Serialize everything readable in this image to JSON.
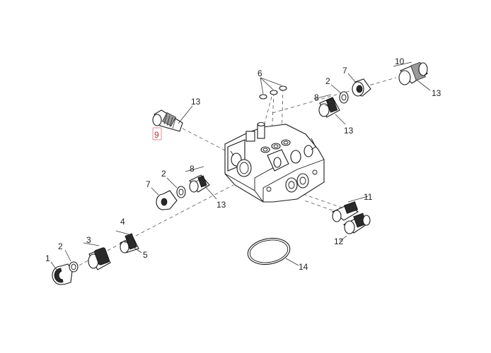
{
  "callouts": {
    "c1": "1",
    "c2a": "2",
    "c2b": "2",
    "c2c": "2",
    "c3": "3",
    "c4": "4",
    "c5": "5",
    "c6": "6",
    "c7a": "7",
    "c7b": "7",
    "c8a": "8",
    "c8b": "8",
    "c9": "9",
    "c10": "10",
    "c11": "11",
    "c12": "12",
    "c13a": "13",
    "c13b": "13",
    "c13c": "13",
    "c13d": "13",
    "c14": "14"
  },
  "colors": {
    "highlight_box": "#e8a0a8",
    "highlight_text": "#b0303a"
  }
}
